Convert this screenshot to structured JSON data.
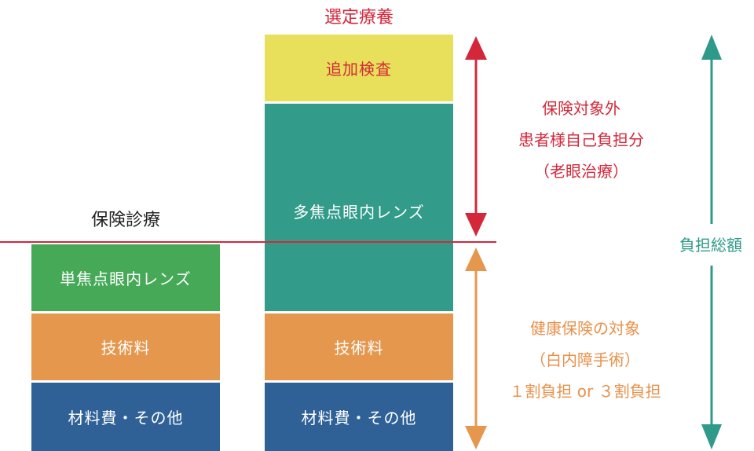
{
  "colors": {
    "red": "#d4283a",
    "yellow": "#e8e05a",
    "teal": "#329b8a",
    "green": "#45a957",
    "orange": "#e5974e",
    "blue": "#2f6197"
  },
  "headings": {
    "elective_treatment": "選定療養",
    "insurance_treatment": "保険診療"
  },
  "left_column": {
    "lens": "単焦点眼内レンズ",
    "technical_fee": "技術料",
    "materials": "材料費・その他"
  },
  "right_column": {
    "additional_test": "追加検査",
    "lens": "多焦点眼内レンズ",
    "technical_fee": "技術料",
    "materials": "材料費・その他"
  },
  "annotations": {
    "self_pay": [
      "保険対象外",
      "患者様自己負担分",
      "（老眼治療）"
    ],
    "covered": [
      "健康保険の対象",
      "（白内障手術）",
      "１割負担 or ３割負担"
    ],
    "total": "負担総額"
  }
}
